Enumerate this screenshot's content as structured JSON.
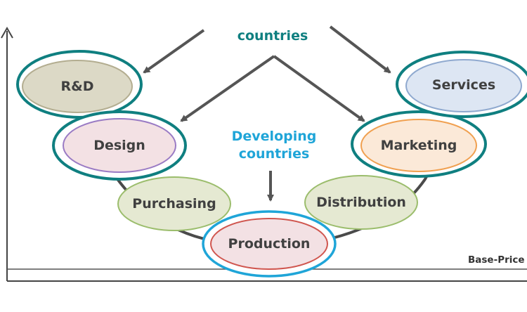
{
  "labels": {
    "top_countries": "countries",
    "developing_line1": "Developing",
    "developing_line2": "countries",
    "base_price": "Base-Price"
  },
  "nodes": {
    "rd": "R&D",
    "design": "Design",
    "purchasing": "Purchasing",
    "production": "Production",
    "distribution": "Distribution",
    "marketing": "Marketing",
    "services": "Services"
  },
  "colors": {
    "teal": "#0f7f80",
    "blue": "#1fa5d8",
    "arrow": "#555555",
    "curve": "#4a4a4a"
  }
}
